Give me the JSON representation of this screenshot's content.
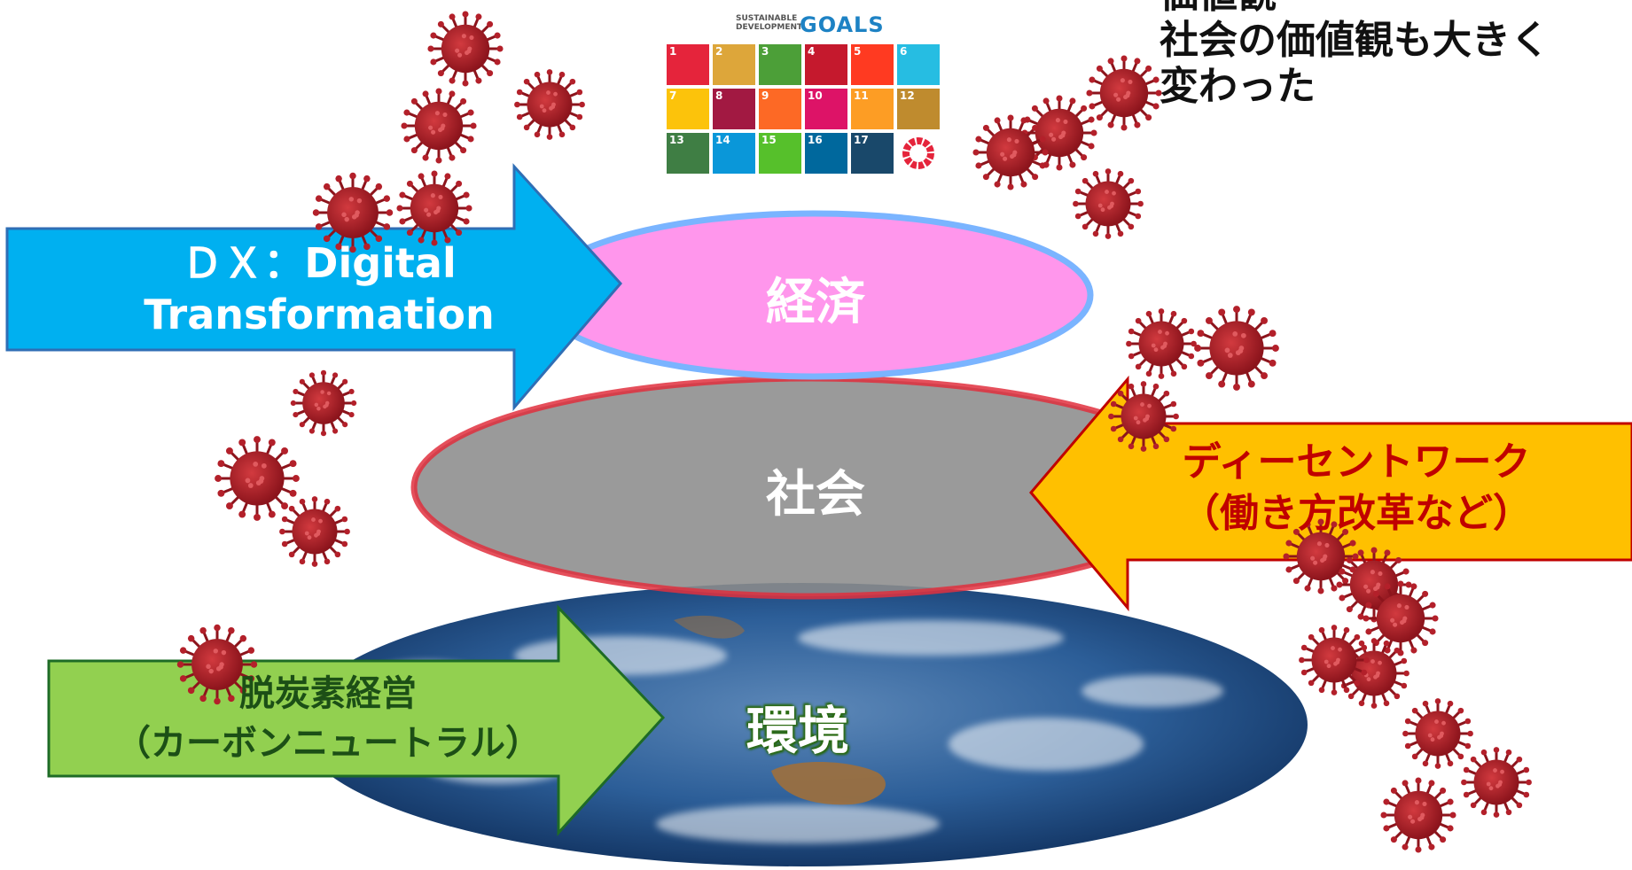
{
  "top_note": {
    "line1": "価値観",
    "line2": "社会の価値観も大きく",
    "line3": "変わった"
  },
  "sdgs": {
    "title_small_1": "SUSTAINABLE",
    "title_small_2": "DEVELOPMENT",
    "title_big": "GOALS",
    "tiles": [
      {
        "n": "1",
        "color": "#e5243b"
      },
      {
        "n": "2",
        "color": "#dda63a"
      },
      {
        "n": "3",
        "color": "#4c9f38"
      },
      {
        "n": "4",
        "color": "#c5192d"
      },
      {
        "n": "5",
        "color": "#ff3a21"
      },
      {
        "n": "6",
        "color": "#26bde2"
      },
      {
        "n": "7",
        "color": "#fcc30b"
      },
      {
        "n": "8",
        "color": "#a21942"
      },
      {
        "n": "9",
        "color": "#fd6925"
      },
      {
        "n": "10",
        "color": "#dd1367"
      },
      {
        "n": "11",
        "color": "#fd9d24"
      },
      {
        "n": "12",
        "color": "#bf8b2e"
      },
      {
        "n": "13",
        "color": "#3f7e44"
      },
      {
        "n": "14",
        "color": "#0a97d9"
      },
      {
        "n": "15",
        "color": "#56c02b"
      },
      {
        "n": "16",
        "color": "#00689d"
      },
      {
        "n": "17",
        "color": "#19486a"
      },
      {
        "n": "",
        "color": "#ffffff"
      }
    ]
  },
  "layers": {
    "economy": "経済",
    "society": "社会",
    "environment": "環境"
  },
  "arrows": {
    "dx": {
      "line1": "ＤＸ：Digital",
      "line2": "Transformation",
      "color": "#00b0f0"
    },
    "decent_work": {
      "line1": "ディーセントワーク",
      "line2": "（働き方改革など）",
      "color": "#ffc000",
      "stroke": "#c00000"
    },
    "carbon": {
      "line1": "脱炭素経営",
      "line2": "（カーボンニュートラル）",
      "color": "#92d050",
      "stroke": "#1e6b26"
    }
  },
  "colors": {
    "economy_fill": "#ff7fe8",
    "economy_stroke": "#7ab4ff",
    "society_fill": "#8c8c8c",
    "society_stroke": "#e0303e",
    "virus": "#b3202a",
    "earth_ocean": "#1e4f8c"
  }
}
